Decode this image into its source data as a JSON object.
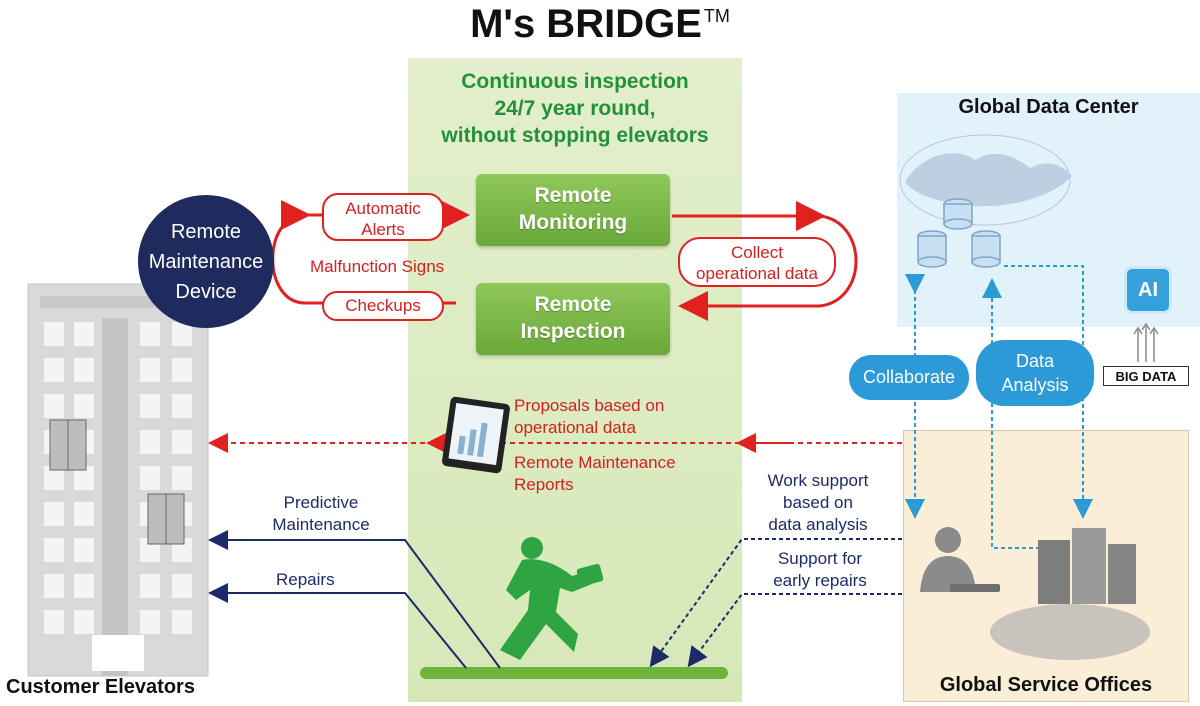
{
  "title": "M's BRIDGE",
  "trademark": "TM",
  "center_heading": [
    "Continuous inspection",
    "24/7 year round,",
    "without stopping elevators"
  ],
  "remote_monitoring": [
    "Remote",
    "Monitoring"
  ],
  "remote_inspection": [
    "Remote",
    "Inspection"
  ],
  "device": [
    "Remote",
    "Maintenance",
    "Device"
  ],
  "automatic_alerts": [
    "Automatic",
    "Alerts"
  ],
  "malfunction_signs": "Malfunction Signs",
  "checkups": "Checkups",
  "collect_data": [
    "Collect",
    "operational data"
  ],
  "proposals": [
    "Proposals based on",
    "operational data"
  ],
  "reports": [
    "Remote Maintenance",
    "Reports"
  ],
  "predictive": [
    "Predictive",
    "Maintenance"
  ],
  "repairs": "Repairs",
  "work_support": [
    "Work support",
    "based on",
    "data analysis"
  ],
  "early_repairs": [
    "Support for",
    "early repairs"
  ],
  "data_center_title": "Global Data Center",
  "collaborate": "Collaborate",
  "data_analysis": [
    "Data",
    "Analysis"
  ],
  "ai": "AI",
  "big_data": "BIG DATA",
  "service_offices_title": "Global Service Offices",
  "customer_title": "Customer Elevators",
  "colors": {
    "accent_green": "#23913a",
    "alert_red": "#e12020",
    "navy": "#1d2a6a",
    "blue": "#2b9ad6"
  }
}
